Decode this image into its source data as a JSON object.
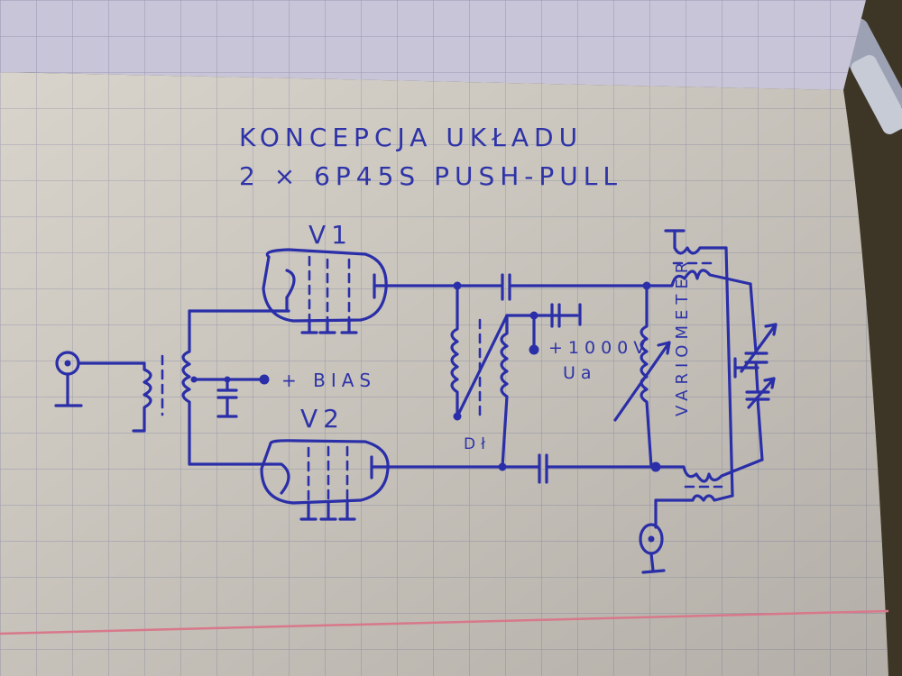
{
  "title": {
    "line1": "KONCEPCJA UKŁADU",
    "line2": "2 × 6P45S PUSH-PULL"
  },
  "labels": {
    "tube1": "V1",
    "tube2": "V2",
    "bias": "+ BIAS",
    "plate_voltage": "+1000V",
    "plate_voltage_sub": "Ua",
    "choke": "Dł",
    "variometer": "VARIOMETER"
  },
  "colors": {
    "ink": "#2a2ea8",
    "paper": "#e8e3da",
    "grid": "#b9b6c6",
    "margin_line": "#d8788a"
  }
}
